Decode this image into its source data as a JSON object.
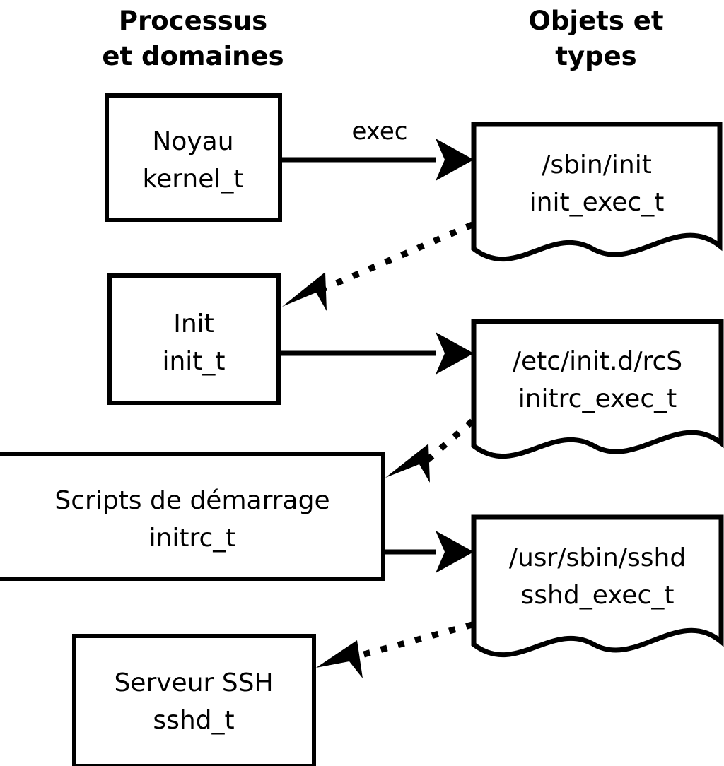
{
  "diagram": {
    "title_columns": {
      "left": "Processus\net domaines",
      "left_line1": "Processus",
      "left_line2": "et domaines",
      "right_line1": "Objets et",
      "right_line2": "types"
    },
    "colors": {
      "background": "#ffffff",
      "stroke": "#000000",
      "fill": "#ffffff"
    },
    "nodes": [
      {
        "id": "kernel",
        "shape": "rect",
        "line1": "Noyau",
        "line2": "kernel_t"
      },
      {
        "id": "init-exec",
        "shape": "document",
        "line1": "/sbin/init",
        "line2": "init_exec_t"
      },
      {
        "id": "init",
        "shape": "rect",
        "line1": "Init",
        "line2": "init_t"
      },
      {
        "id": "initrc-exec",
        "shape": "document",
        "line1": "/etc/init.d/rcS",
        "line2": "initrc_exec_t"
      },
      {
        "id": "initrc",
        "shape": "rect",
        "line1": "Scripts de démarrage",
        "line2": "initrc_t"
      },
      {
        "id": "sshd-exec",
        "shape": "document",
        "line1": "/usr/sbin/sshd",
        "line2": "sshd_exec_t"
      },
      {
        "id": "sshd",
        "shape": "rect",
        "line1": "Serveur SSH",
        "line2": "sshd_t"
      }
    ],
    "edges": [
      {
        "id": "kernel-to-init-exec",
        "from": "kernel",
        "to": "init-exec",
        "style": "solid",
        "label": "exec"
      },
      {
        "id": "init-exec-to-init",
        "from": "init-exec",
        "to": "init",
        "style": "dotted",
        "label": ""
      },
      {
        "id": "init-to-initrc-exec",
        "from": "init",
        "to": "initrc-exec",
        "style": "solid",
        "label": ""
      },
      {
        "id": "initrc-exec-to-initrc",
        "from": "initrc-exec",
        "to": "initrc",
        "style": "dotted",
        "label": ""
      },
      {
        "id": "initrc-to-sshd-exec",
        "from": "initrc",
        "to": "sshd-exec",
        "style": "solid",
        "label": ""
      },
      {
        "id": "sshd-exec-to-sshd",
        "from": "sshd-exec",
        "to": "sshd",
        "style": "dotted",
        "label": ""
      }
    ]
  }
}
